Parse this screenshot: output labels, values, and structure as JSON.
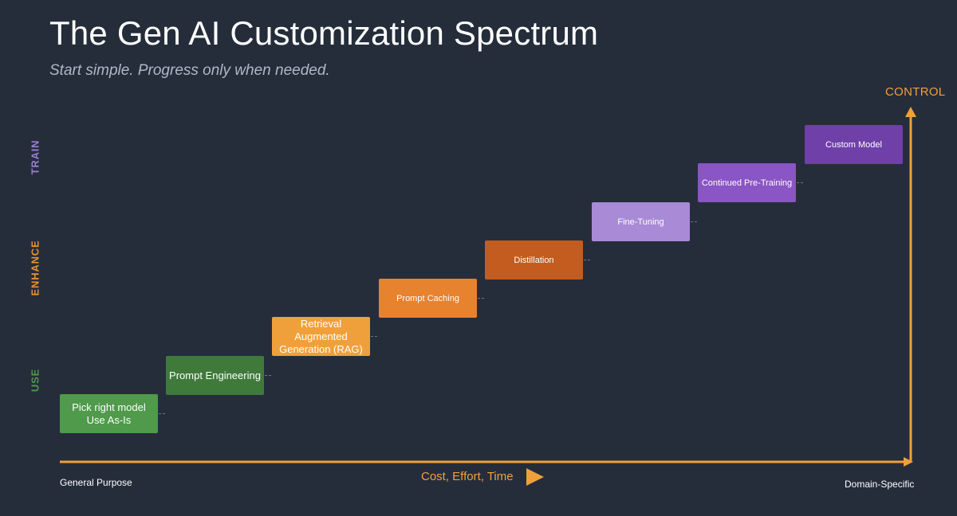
{
  "title": "The Gen AI Customization Spectrum",
  "subtitle": "Start simple. Progress only when needed.",
  "levels": {
    "train": "TRAIN",
    "enhance": "ENHANCE",
    "use": "USE"
  },
  "y_axis_label": "CONTROL",
  "x_axis_label": "Cost, Effort, Time",
  "x_axis_start": "General Purpose",
  "x_axis_end": "Domain-Specific",
  "steps": [
    {
      "label": "Pick right model\nUse As-Is",
      "color": "#4f9a4b"
    },
    {
      "label": "Prompt Engineering",
      "color": "#3f7a3b"
    },
    {
      "label": "Retrieval Augmented\nGeneration (RAG)",
      "color": "#f0a03a"
    },
    {
      "label": "Prompt Caching",
      "color": "#e7822f"
    },
    {
      "label": "Distillation",
      "color": "#c45c1f"
    },
    {
      "label": "Fine-Tuning",
      "color": "#a88ad6"
    },
    {
      "label": "Continued Pre-Training",
      "color": "#8a55c4"
    },
    {
      "label": "Custom Model",
      "color": "#6f40a8"
    }
  ],
  "colors": {
    "background": "#252d3b",
    "axis": "#f0a03a",
    "train": "#9b7fd0",
    "enhance": "#e7922f",
    "use": "#4f9a4b"
  }
}
